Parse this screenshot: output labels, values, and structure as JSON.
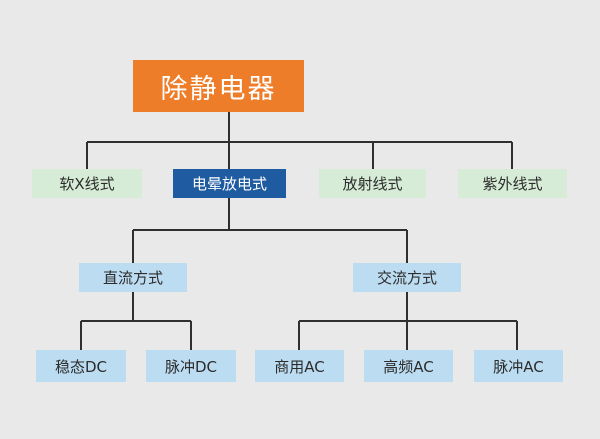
{
  "root": {
    "label": "除静电器"
  },
  "types": [
    {
      "label": "软X线式"
    },
    {
      "label": "电晕放电式",
      "highlighted": true
    },
    {
      "label": "放射线式"
    },
    {
      "label": "紫外线式"
    }
  ],
  "modes": [
    {
      "label": "直流方式"
    },
    {
      "label": "交流方式"
    }
  ],
  "dc": [
    {
      "label": "稳态DC"
    },
    {
      "label": "脉冲DC"
    }
  ],
  "ac": [
    {
      "label": "商用AC"
    },
    {
      "label": "高频AC"
    },
    {
      "label": "脉冲AC"
    }
  ],
  "colors": {
    "root": "#ee7d2a",
    "highlighted": "#1f5ba0",
    "type_box": "#d6ecd6",
    "sub_box": "#bcdcf1",
    "connector": "#2f2f2f",
    "background": "#e9e9e9"
  }
}
